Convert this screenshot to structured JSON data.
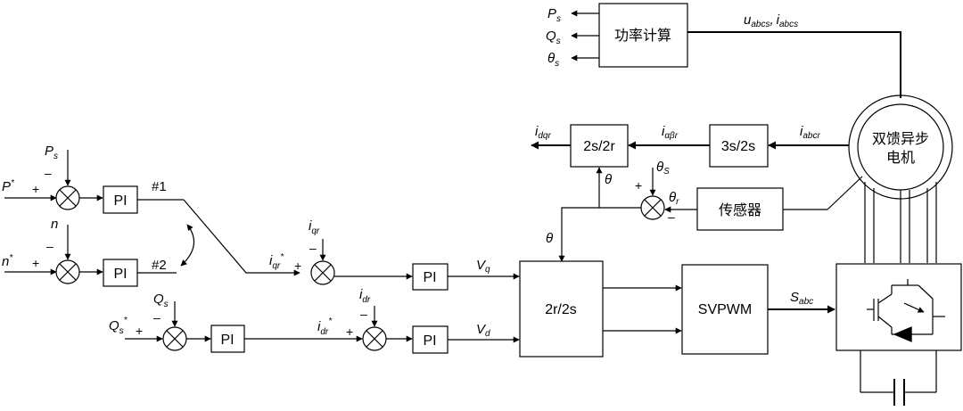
{
  "blocks": {
    "power_calc": "功率计算",
    "pi": "PI",
    "dq_transform": "2s/2r",
    "clarke": "3s/2s",
    "sensor": "传感器",
    "inverse_park": "2r/2s",
    "svpwm": "SVPWM",
    "machine_line1": "双馈异步",
    "machine_line2": "电机"
  },
  "outputs": {
    "P": "P",
    "P_sub": "s",
    "Q": "Q",
    "Q_sub": "s",
    "theta": "θ",
    "theta_sub": "s"
  },
  "signals": {
    "u": "u",
    "u_sub": "abcs",
    "comma": ",",
    "i": "i",
    "i_sub": "abcs",
    "iabcr": "i",
    "iabcr_sub": "abcr",
    "ialphabeta": "i",
    "ialphabeta_sub": "αβr",
    "idqr": "i",
    "idqr_sub": "dqr",
    "theta": "θ",
    "theta_s": "θ",
    "theta_s_sub": "S",
    "theta_r": "θ",
    "theta_r_sub": "r",
    "Vq": "V",
    "Vq_sub": "q",
    "Vd": "V",
    "Vd_sub": "d",
    "Sabc": "S",
    "Sabc_sub": "abc"
  },
  "inputs": {
    "Pref": "P",
    "Pref_star": "*",
    "Ps": "P",
    "Ps_sub": "s",
    "n": "n",
    "nref": "n",
    "nref_star": "*",
    "Qs": "Q",
    "Qs_sub": "s",
    "Qref": "Q",
    "Qref_sub": "s",
    "Qref_star": "*"
  },
  "currents": {
    "iqr": "i",
    "iqr_sub": "qr",
    "iqr_ref": "i",
    "iqr_ref_sub": "qr",
    "iqr_ref_star": "*",
    "idr": "i",
    "idr_sub": "dr",
    "idr_ref": "i",
    "idr_ref_sub": "dr",
    "idr_ref_star": "*"
  },
  "switch": {
    "pos1": "#1",
    "pos2": "#2"
  },
  "signs": {
    "plus": "+",
    "minus": "–"
  }
}
